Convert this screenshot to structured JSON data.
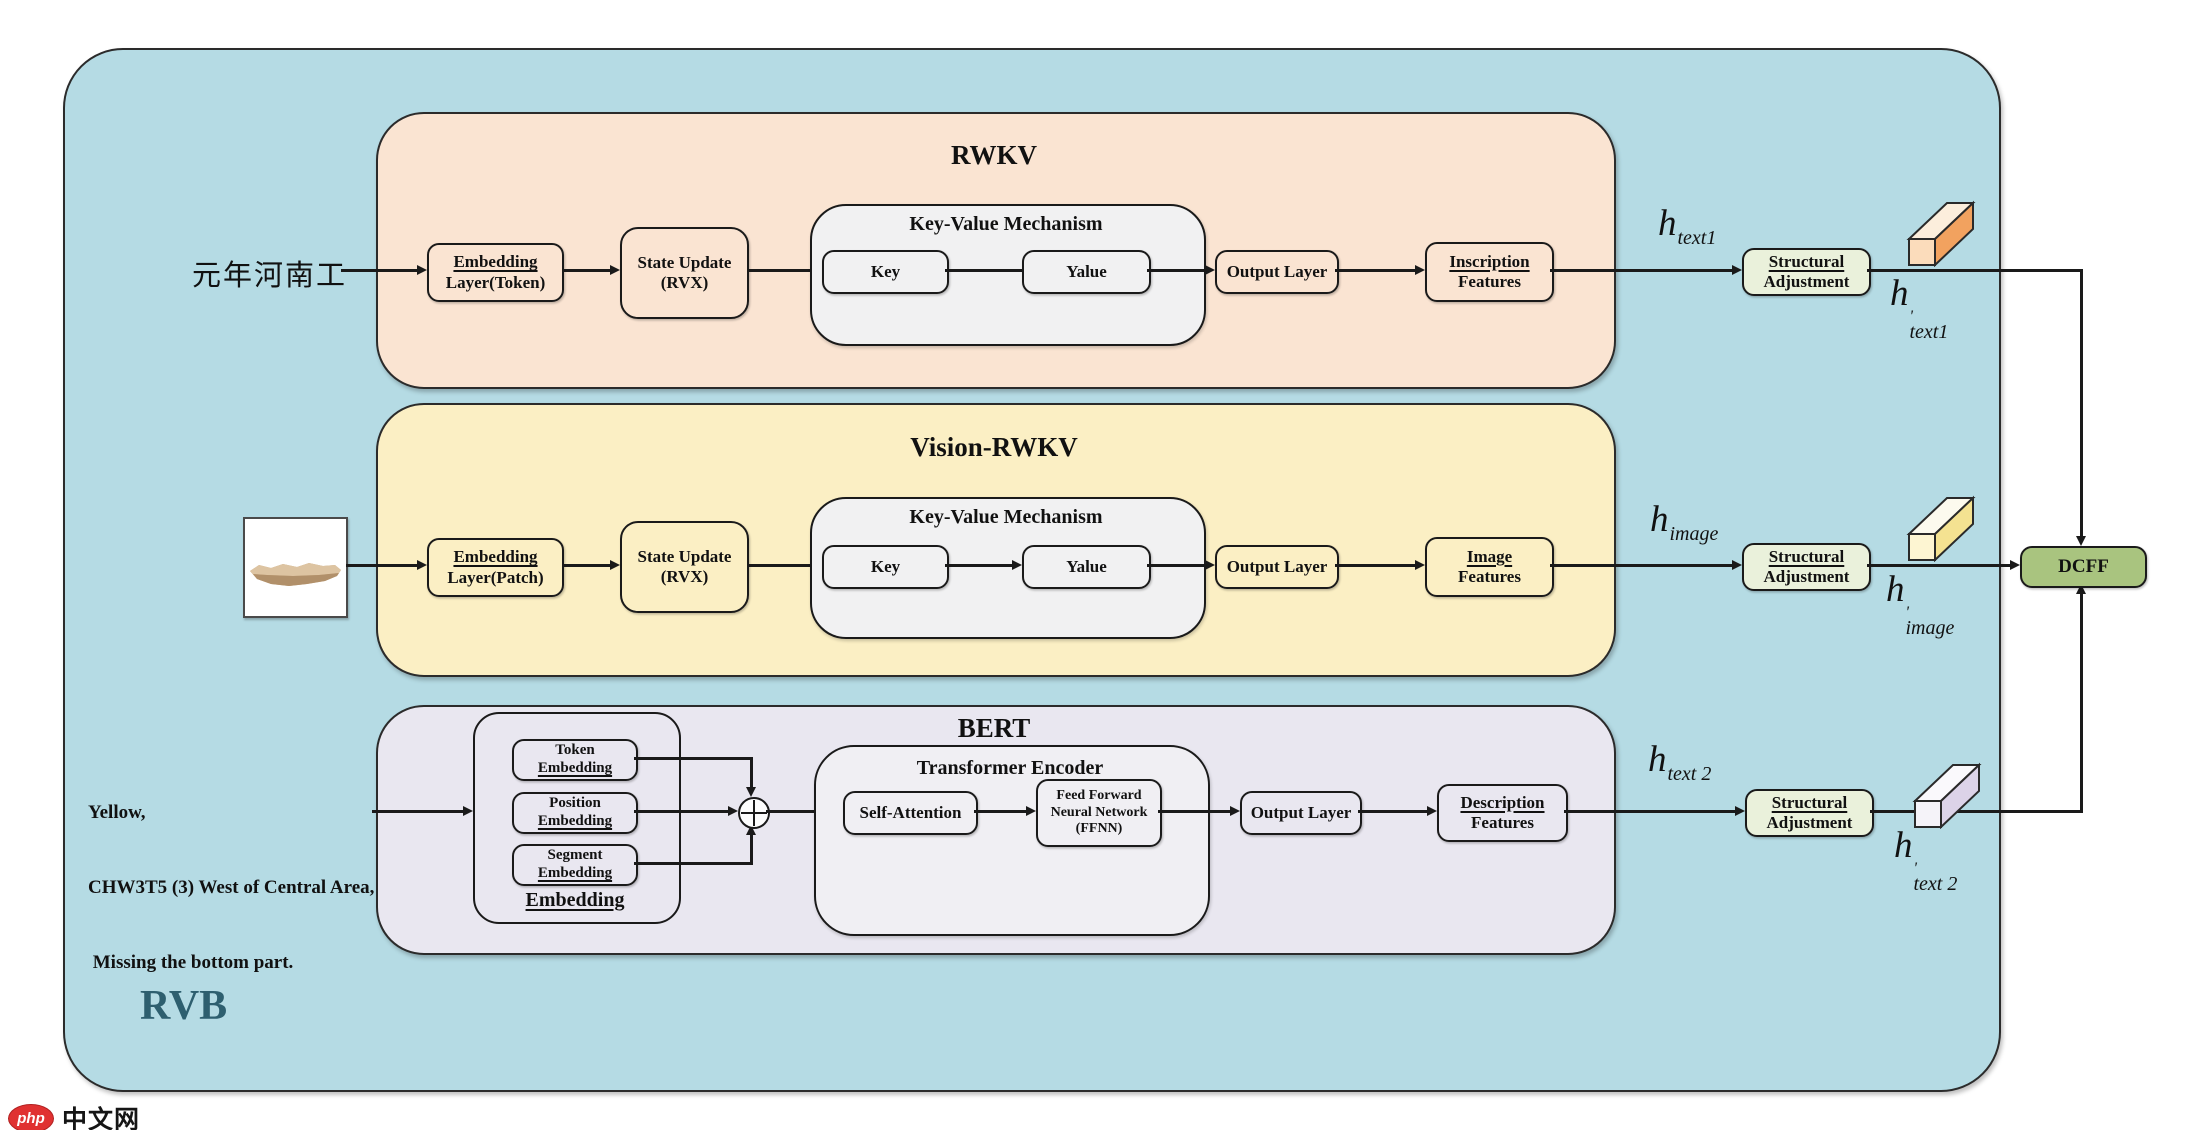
{
  "outer": {
    "label": "RVB"
  },
  "rwkv": {
    "title": "RWKV",
    "input": "元年河南工",
    "embedding_line1": "Embedding",
    "embedding_line2": "Layer(Token)",
    "state_line1": "State Update",
    "state_line2": "(RVX)",
    "kv_title": "Key-Value Mechanism",
    "key": "Key",
    "value": "Yalue",
    "output": "Output Layer",
    "features_line1": "Inscription",
    "features_line2": "Features",
    "h_var": "h",
    "h_sub": "text1",
    "adjust_line1": "Structural",
    "adjust_line2": "Adjustment",
    "h_prime_var": "h",
    "h_prime_mark": "'",
    "h_prime_sub": "text1"
  },
  "vision_rwkv": {
    "title": "Vision-RWKV",
    "embedding_line1": "Embedding",
    "embedding_line2": "Layer(Patch)",
    "state_line1": "State Update",
    "state_line2": "(RVX)",
    "kv_title": "Key-Value Mechanism",
    "key": "Key",
    "value": "Yalue",
    "output": "Output Layer",
    "features_line1": "Image",
    "features_line2": "Features",
    "h_var": "h",
    "h_sub": "image",
    "adjust_line1": "Structural",
    "adjust_line2": "Adjustment",
    "h_prime_var": "h",
    "h_prime_mark": "'",
    "h_prime_sub": "image"
  },
  "bert": {
    "title": "BERT",
    "input_line1": "Yellow,",
    "input_line2": "CHW3T5 (3) West of Central Area,",
    "input_line3": " Missing the bottom part.",
    "embedding_group_label": "Embedding",
    "token_line1": "Token",
    "token_line2": "Embedding",
    "position_line1": "Position",
    "position_line2": "Embedding",
    "segment_line1": "Segment",
    "segment_line2": "Embedding",
    "encoder_title": "Transformer Encoder",
    "self_attention": "Self-Attention",
    "ffnn_line1": "Feed Forward",
    "ffnn_line2": "Neural Network",
    "ffnn_line3": "(FFNN)",
    "output": "Output Layer",
    "features_line1": "Description",
    "features_line2": "Features",
    "h_var": "h",
    "h_sub": "text 2",
    "adjust_line1": "Structural",
    "adjust_line2": "Adjustment",
    "h_prime_var": "h",
    "h_prime_mark": "'",
    "h_prime_sub": "text 2"
  },
  "fusion": {
    "dcff": "DCFF"
  },
  "watermark": {
    "badge": "php",
    "site": "中文网"
  },
  "colors": {
    "outer_bg": "#B5DBE4",
    "rwkv_bg": "#FAE4D2",
    "vision_bg": "#FBEFC4",
    "bert_bg": "#E9E7F0",
    "panel_gray": "#F1F1F2",
    "adjust_bg": "#EAF1DB",
    "dcff_bg": "#A9C47F",
    "cube_text1_side": "#F2A25F",
    "cube_image_side": "#F4E291",
    "cube_text2_side": "#DCD3E8",
    "rvb_text": "#2E5F6F",
    "watermark_red": "#E03131"
  }
}
